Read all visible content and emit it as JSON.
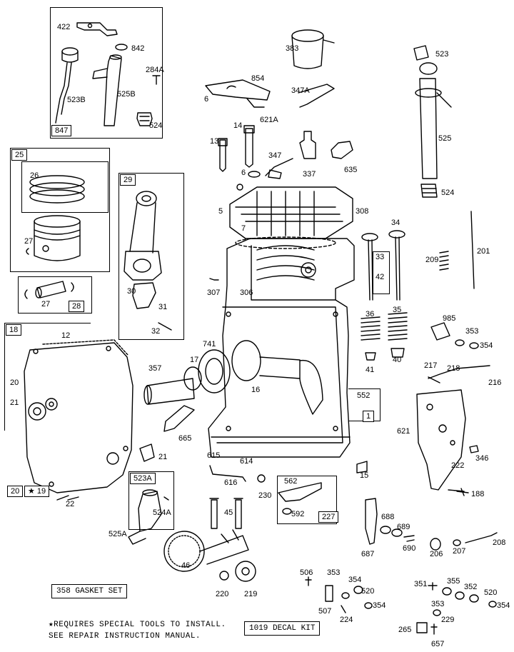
{
  "labels": {
    "p422": "422",
    "p842": "842",
    "p284a": "284A",
    "p523b": "523B",
    "p525b": "525B",
    "p524a": "524",
    "p847": "847",
    "p383": "383",
    "p523": "523",
    "p854": "854",
    "p347a": "347A",
    "p6a": "6",
    "p621a": "621A",
    "p525": "525",
    "p13": "13",
    "p14": "14",
    "p347": "347",
    "p337": "337",
    "p635": "635",
    "p6b": "6",
    "p524b": "524",
    "p25": "25",
    "p26": "26",
    "p27a": "27",
    "p29": "29",
    "p5": "5",
    "p308": "308",
    "p7": "7",
    "p34": "34",
    "p201": "201",
    "p33": "33",
    "p209": "209",
    "p42": "42",
    "p27b": "27",
    "p28": "28",
    "p307": "307",
    "p306": "306",
    "p30": "30",
    "p31": "31",
    "p32": "32",
    "p36": "36",
    "p35": "35",
    "p18": "18",
    "p12": "12",
    "p985": "985",
    "p353a": "353",
    "p354a": "354",
    "p741": "741",
    "p357": "357",
    "p17": "17",
    "p41": "41",
    "p40": "40",
    "p217": "217",
    "p218": "218",
    "p216": "216",
    "p20a": "20",
    "p21a": "21",
    "p16": "16",
    "p552": "552",
    "p1": "1",
    "p665": "665",
    "p621": "621",
    "p21b": "21",
    "p346": "346",
    "p615": "615",
    "p614": "614",
    "p15": "15",
    "p222": "222",
    "p616": "616",
    "p230": "230",
    "p562": "562",
    "p20b": "20",
    "p19": "★ 19",
    "p22": "22",
    "p523a": "523A",
    "p188": "188",
    "p524c": "524A",
    "p592": "592",
    "p227": "227",
    "p45": "45",
    "p688": "688",
    "p689": "689",
    "p525a": "525A",
    "p208": "208",
    "p690": "690",
    "p687": "687",
    "p206": "206",
    "p207": "207",
    "p46": "46",
    "p506": "506",
    "p353b": "353",
    "p354b": "354",
    "p520a": "520",
    "p351": "351",
    "p355": "355",
    "p352": "352",
    "p520b": "520",
    "p220": "220",
    "p219": "219",
    "p507": "507",
    "p224": "224",
    "p354c": "354",
    "p353c": "353",
    "p354d": "354",
    "p229": "229",
    "p265": "265",
    "p657": "657"
  },
  "kits": {
    "gasket": "358  GASKET SET",
    "decal": "1019 DECAL KIT"
  },
  "note": {
    "line1": "★REQUIRES SPECIAL TOOLS TO INSTALL.",
    "line2": " SEE REPAIR INSTRUCTION MANUAL."
  }
}
